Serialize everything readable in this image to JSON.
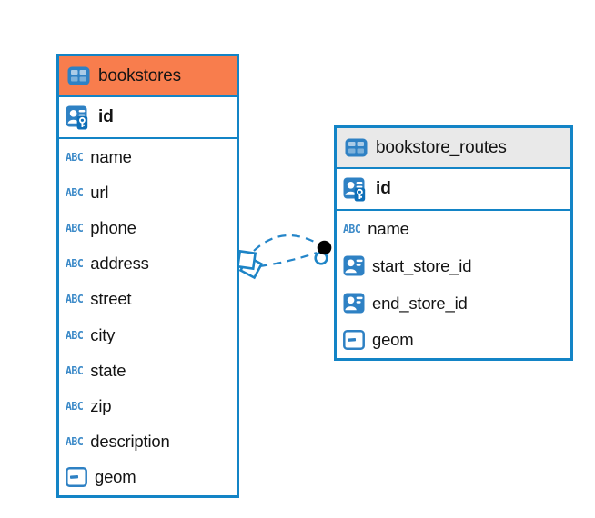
{
  "diagram": {
    "tables": [
      {
        "title": "bookstores",
        "header_color": "#F87D4D",
        "columns": [
          {
            "name": "id",
            "type": "primary-key"
          },
          {
            "name": "name",
            "type": "text"
          },
          {
            "name": "url",
            "type": "text"
          },
          {
            "name": "phone",
            "type": "text"
          },
          {
            "name": "address",
            "type": "text"
          },
          {
            "name": "street",
            "type": "text"
          },
          {
            "name": "city",
            "type": "text"
          },
          {
            "name": "state",
            "type": "text"
          },
          {
            "name": "zip",
            "type": "text"
          },
          {
            "name": "description",
            "type": "text"
          },
          {
            "name": "geom",
            "type": "geometry"
          }
        ]
      },
      {
        "title": "bookstore_routes",
        "header_color": "#E9E9E9",
        "columns": [
          {
            "name": "id",
            "type": "primary-key"
          },
          {
            "name": "name",
            "type": "text"
          },
          {
            "name": "start_store_id",
            "type": "reference"
          },
          {
            "name": "end_store_id",
            "type": "reference"
          },
          {
            "name": "geom",
            "type": "geometry"
          }
        ]
      }
    ],
    "relationships": [
      {
        "between": [
          "bookstores",
          "bookstore_routes"
        ],
        "style": "dashed",
        "source_marker": "double-diamond",
        "target_marker": "double-circle"
      },
      {
        "between": [
          "bookstores",
          "bookstore_routes"
        ],
        "style": "dashed",
        "source_marker": "double-diamond",
        "target_marker": "double-circle"
      }
    ]
  },
  "icons": {
    "table_icon": "table-grid",
    "primary_key_icon": "user-with-key",
    "reference_icon": "user-card",
    "text_type_label": "ABC",
    "geometry_icon": "dash-box"
  },
  "colors": {
    "table_border": "#1384C6",
    "bookstores_header": "#F87D4D",
    "routes_header": "#E9E9E9",
    "icon_blue": "#2E81C4",
    "relationship_line": "#2485C9"
  }
}
